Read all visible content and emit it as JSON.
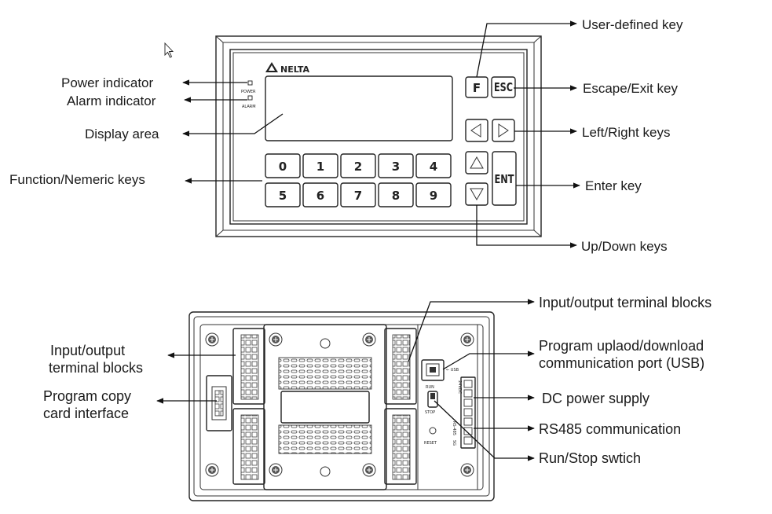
{
  "front_panel": {
    "brand": "NELTA",
    "led_power_text": "POWER",
    "led_alarm_text": "ALARM",
    "keys_row1": [
      "0",
      "1",
      "2",
      "3",
      "4"
    ],
    "keys_row2": [
      "5",
      "6",
      "7",
      "8",
      "9"
    ],
    "f_key": "F",
    "esc_key": "ESC",
    "ent_key": "ENT"
  },
  "front_labels": {
    "power_indicator": "Power indicator",
    "alarm_indicator": "Alarm indicator",
    "display_area": "Display area",
    "function_numeric_keys": "Function/Nemeric keys",
    "user_defined_key": "User-defined key",
    "escape_exit_key": "Escape/Exit key",
    "left_right_keys": "Left/Right keys",
    "enter_key": "Enter key",
    "up_down_keys": "Up/Down keys"
  },
  "rear_panel": {
    "usb_text": "← USB",
    "run_text": "RUN",
    "stop_text": "STOP",
    "reset_text": "RESET",
    "rs485_text": "RS-485",
    "dc_text": "24VDC",
    "sg_text": "SG"
  },
  "rear_labels": {
    "io_blocks_top": "Input/output terminal blocks",
    "io_blocks_left_line1": "Input/output",
    "io_blocks_left_line2": "terminal blocks",
    "copy_card_line1": "Program copy",
    "copy_card_line2": "card interface",
    "usb_port_line1": "Program uplaod/download",
    "usb_port_line2": "communication port (USB)",
    "dc_power": "DC power supply",
    "rs485": "RS485 communication",
    "run_stop": "Run/Stop swtich"
  }
}
